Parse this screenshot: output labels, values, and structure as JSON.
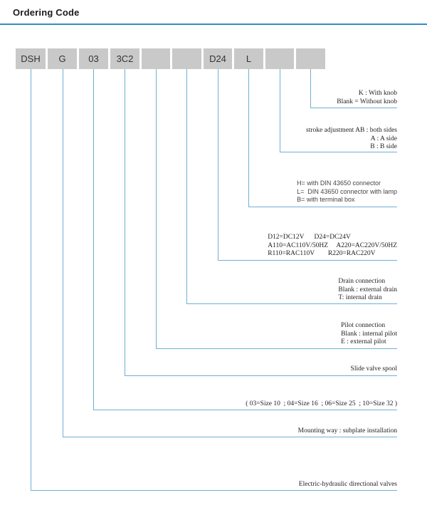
{
  "header": {
    "title": "Ordering Code"
  },
  "code_segments": [
    "DSH",
    "G",
    "03",
    "3C2",
    "",
    "",
    "D24",
    "L",
    "",
    ""
  ],
  "notes": [
    {
      "id": "knob",
      "lines": [
        "K : With knob",
        "Blank = Without knob"
      ]
    },
    {
      "id": "stroke",
      "lines": [
        "stroke adjustment AB : both sides",
        "A : A side",
        "B : B side"
      ]
    },
    {
      "id": "connector",
      "lines": [
        "H= with DIN 43650 connector",
        "L=  DIN 43650 connector with lamp",
        "B= with terminal box"
      ]
    },
    {
      "id": "voltage",
      "lines": [
        "D12=DC12V      D24=DC24V",
        "A110=AC110V/50HZ     A220=AC220V/50HZ",
        "R110=RAC110V        R220=RAC220V"
      ]
    },
    {
      "id": "drain",
      "lines": [
        "Drain connection",
        "Blank : external drain",
        "T: internal drain"
      ]
    },
    {
      "id": "pilot",
      "lines": [
        "Pilot connection",
        "Blank : internal pilot",
        "E : external pilot"
      ]
    },
    {
      "id": "spool",
      "lines": [
        "Slide valve spool"
      ]
    },
    {
      "id": "size",
      "lines": [
        "( 03=Size 10  ; 04=Size 16  ; 06=Size 25  ; 10=Size 32 )"
      ]
    },
    {
      "id": "mounting",
      "lines": [
        "Mounting way : subplate installation"
      ]
    },
    {
      "id": "valve",
      "lines": [
        "Electric-hydraulic directional valves"
      ]
    }
  ],
  "colors": {
    "accent": "#2f8fc4",
    "box_fill": "#c9c9c9"
  }
}
